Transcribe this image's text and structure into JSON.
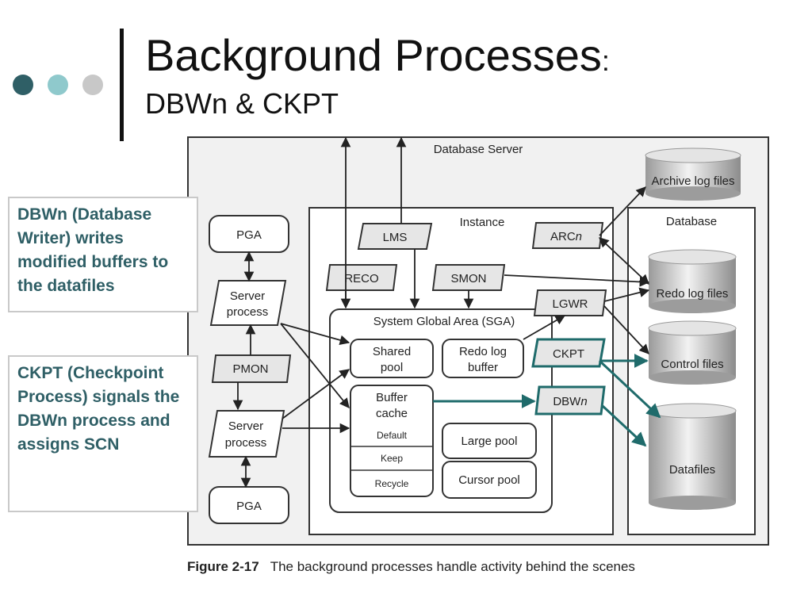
{
  "slide": {
    "title": "Background Processes",
    "title_colon": ":",
    "subtitle": "DBWn & CKPT",
    "dots_colors": [
      "#2f5f66",
      "#8fc9cc",
      "#c8c8c8"
    ]
  },
  "notes": {
    "dbwn": "DBWn (Database Writer) writes modified buffers to the datafiles",
    "ckpt": "CKPT (Checkpoint Process) signals the DBWn process and assigns SCN"
  },
  "diagram": {
    "server_label": "Database Server",
    "instance_label": "Instance",
    "database_label": "Database",
    "sga_label": "System Global Area (SGA)",
    "pga_top": "PGA",
    "pga_bottom": "PGA",
    "server_process_1": [
      "Server",
      "process"
    ],
    "server_process_2": [
      "Server",
      "process"
    ],
    "pmon": "PMON",
    "lms": "LMS",
    "reco": "RECO",
    "smon": "SMON",
    "arcn": "ARC",
    "arcn_italic": "n",
    "lgwr": "LGWR",
    "ckpt": "CKPT",
    "dbwn": "DBW",
    "dbwn_italic": "n",
    "shared_pool": [
      "Shared",
      "pool"
    ],
    "redo_log_buffer": [
      "Redo log",
      "buffer"
    ],
    "buffer_cache": [
      "Buffer",
      "cache"
    ],
    "buffer_default": "Default",
    "buffer_keep": "Keep",
    "buffer_recycle": "Recycle",
    "large_pool": "Large pool",
    "cursor_pool": "Cursor pool",
    "archive_log_files": "Archive log files",
    "redo_log_files": "Redo log files",
    "control_files": "Control files",
    "datafiles": "Datafiles",
    "highlight_color": "#1f6b6b"
  },
  "caption": {
    "label": "Figure 2-17",
    "text": "The background processes handle activity behind the scenes"
  }
}
